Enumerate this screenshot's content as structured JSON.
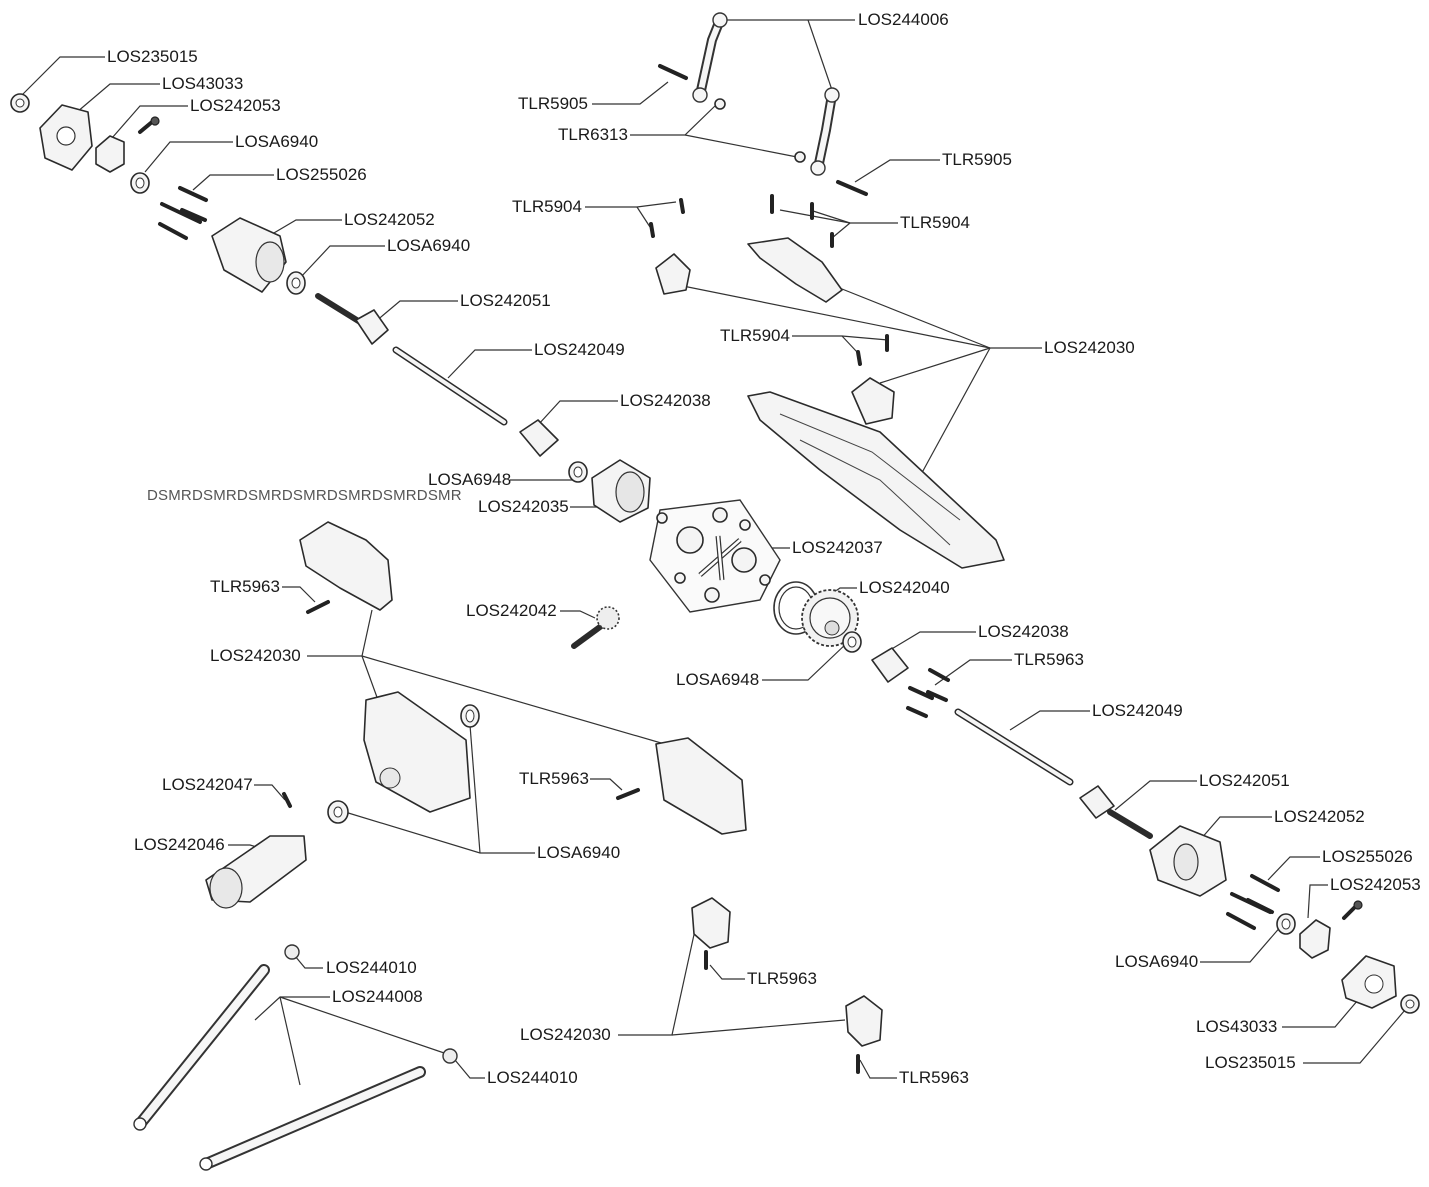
{
  "labels": {
    "l01": "LOS235015",
    "l02": "LOS43033",
    "l03": "LOS242053",
    "l04": "LOSA6940",
    "l05": "LOS255026",
    "l06": "LOS242052",
    "l07": "LOSA6940",
    "l08": "LOS242051",
    "l09": "LOS242049",
    "l10": "LOS242038",
    "l11": "LOSA6948",
    "l12": "LOS242035",
    "l13": "LOS244006",
    "l14": "TLR5905",
    "l15": "TLR6313",
    "l16": "TLR5905",
    "l17": "TLR5904",
    "l18": "TLR5904",
    "l19": "TLR5904",
    "l20": "LOS242030",
    "l21": "LOS242037",
    "l22": "LOS242040",
    "l23": "LOS242038",
    "l24": "TLR5963",
    "l25": "LOSA6948",
    "l26": "LOS242042",
    "l27": "LOS242049",
    "l28": "TLR5963",
    "l29": "LOS242030",
    "l30": "LOS242047",
    "l31": "LOS242046",
    "l32": "TLR5963",
    "l33": "LOSA6940",
    "l34": "LOS242051",
    "l35": "LOS242052",
    "l36": "LOS255026",
    "l37": "LOS242053",
    "l38": "LOSA6940",
    "l39": "LOS43033",
    "l40": "LOS235015",
    "l41": "LOS244010",
    "l42": "LOS244008",
    "l43": "LOS244010",
    "l44": "TLR5963",
    "l45": "LOS242030",
    "l46": "TLR5963"
  },
  "watermark": "DSMRDSMRDSMRDSMRDSMRDSMRDSMR"
}
